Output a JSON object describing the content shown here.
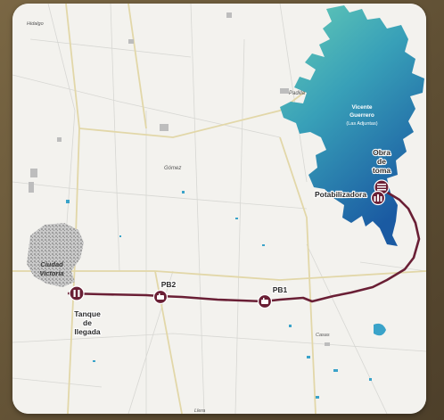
{
  "places": {
    "victoria_city": [
      "Ciudad",
      "Victoria"
    ],
    "gomez": "Gómez",
    "padilla": "Padilla",
    "casas": "Casas",
    "hidalgo": "Hidalgo",
    "llera": "Llera"
  },
  "reservoir": {
    "name_lines": [
      "Vicente",
      "Guerrero",
      "(Las Adjuntas)"
    ]
  },
  "facilities": {
    "intake": [
      "Obra",
      "de",
      "toma"
    ],
    "treatment_plant": "Potabilizadora",
    "pump_station_2": "PB2",
    "pump_station_1": "PB1",
    "arrival_tank": [
      "Tanque",
      "de",
      "llegada"
    ]
  },
  "colors": {
    "pipeline": "#6a1f35",
    "reservoir_light": "#58c4b2",
    "reservoir_dark": "#1b62a6",
    "urban": "#a9a9a9",
    "roads": "#e2d7a8",
    "map_background": "#f3f2ee"
  },
  "icons": {
    "station": "pump-station-icon",
    "intake": "water-intake-icon",
    "tank": "storage-tank-icon"
  }
}
